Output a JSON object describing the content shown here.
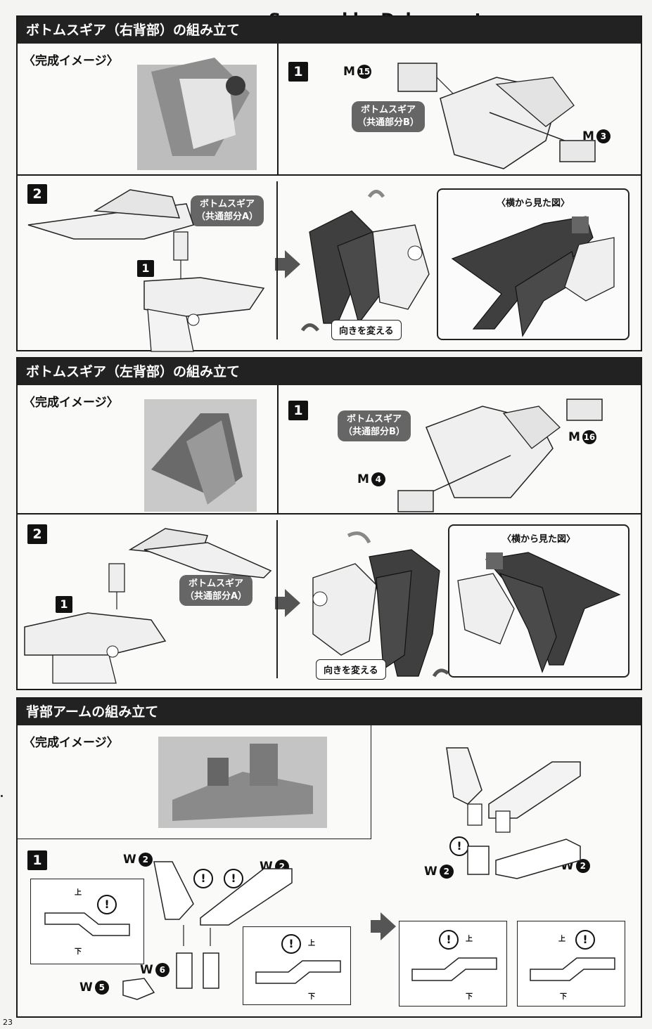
{
  "watermark": "Scanned by Dalong.net",
  "page_number": "23",
  "labels": {
    "complete_image": "〈完成イメージ〉",
    "side_view": "〈横から見た図〉",
    "change_direction": "向きを変える",
    "up": "上",
    "down": "下",
    "warn": "!"
  },
  "section1": {
    "title": "ボトムスギア（右背部）の組み立て",
    "step1": {
      "num": "1",
      "bubble_l1": "ボトムスギア",
      "bubble_l2": "（共通部分B）",
      "part_a_letter": "M",
      "part_a_num": "15",
      "part_b_letter": "M",
      "part_b_num": "3"
    },
    "step2": {
      "num": "2",
      "sub_num": "1",
      "bubble_l1": "ボトムスギア",
      "bubble_l2": "（共通部分A）"
    }
  },
  "section2": {
    "title": "ボトムスギア（左背部）の組み立て",
    "step1": {
      "num": "1",
      "bubble_l1": "ボトムスギア",
      "bubble_l2": "（共通部分B）",
      "part_a_letter": "M",
      "part_a_num": "16",
      "part_b_letter": "M",
      "part_b_num": "4"
    },
    "step2": {
      "num": "2",
      "sub_num": "1",
      "bubble_l1": "ボトムスギア",
      "bubble_l2": "（共通部分A）"
    }
  },
  "section3": {
    "title": "背部アームの組み立て",
    "step1": {
      "num": "1",
      "parts": {
        "w2_a": {
          "letter": "W",
          "num": "2"
        },
        "w2_b": {
          "letter": "W",
          "num": "2"
        },
        "w6": {
          "letter": "W",
          "num": "6"
        },
        "w5": {
          "letter": "W",
          "num": "5"
        },
        "w2_c": {
          "letter": "W",
          "num": "2"
        },
        "w2_d": {
          "letter": "W",
          "num": "2"
        }
      }
    }
  }
}
